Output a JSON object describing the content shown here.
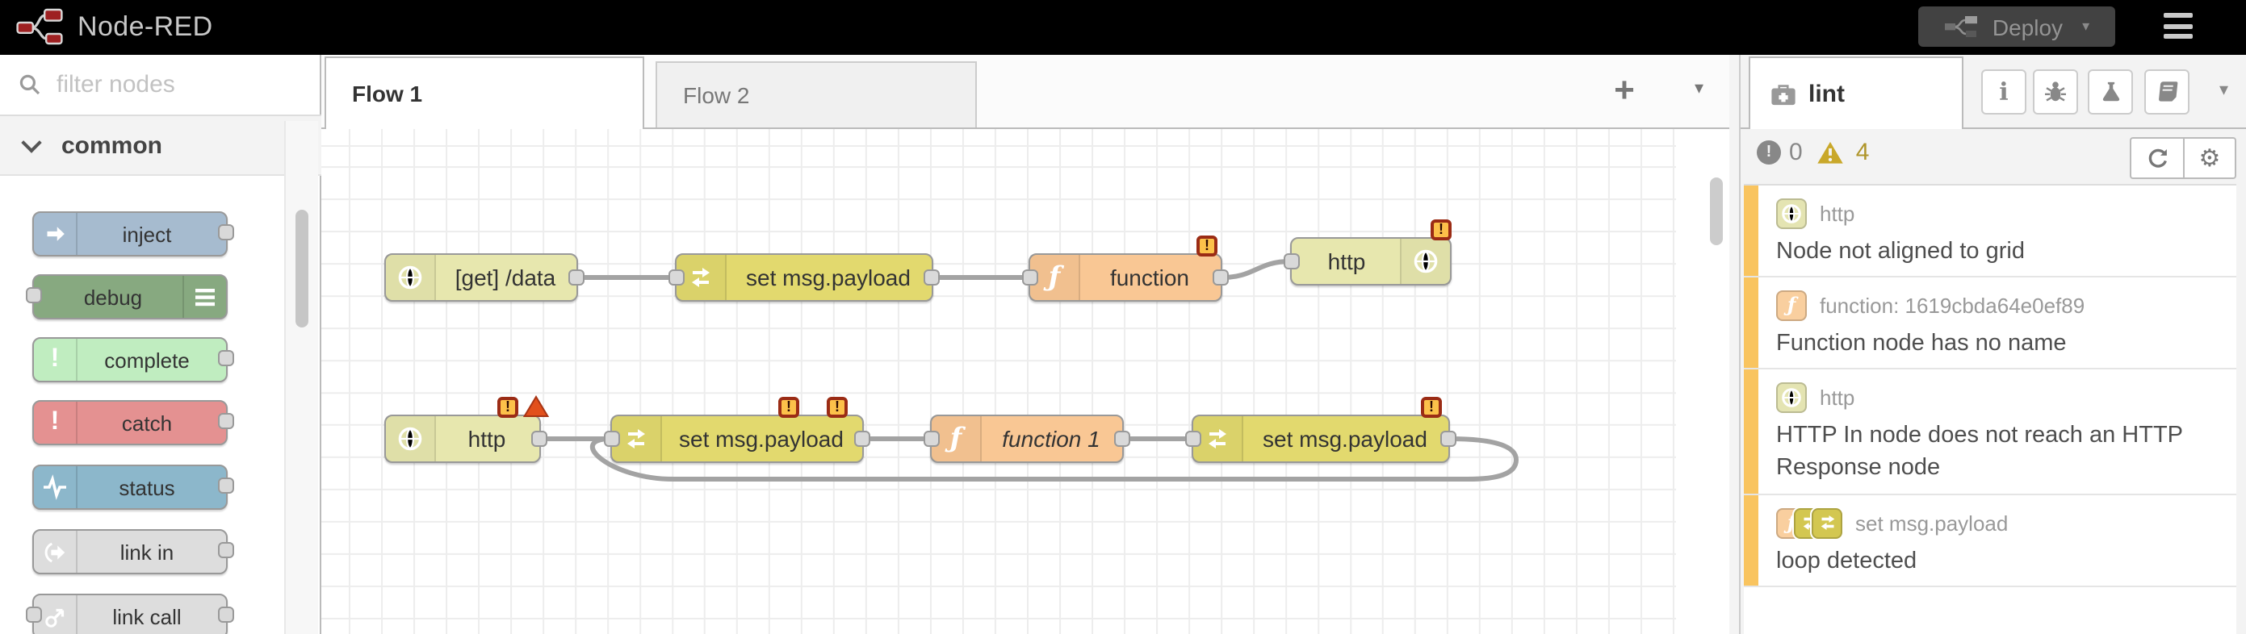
{
  "header": {
    "title": "Node-RED",
    "deploy_label": "Deploy"
  },
  "palette": {
    "search_placeholder": "filter nodes",
    "category": "common",
    "items": [
      {
        "label": "inject",
        "color": "#a6bbcf"
      },
      {
        "label": "debug",
        "color": "#87a980"
      },
      {
        "label": "complete",
        "color": "#c0edc0"
      },
      {
        "label": "catch",
        "color": "#e49191"
      },
      {
        "label": "status",
        "color": "#8cb7cb"
      },
      {
        "label": "link in",
        "color": "#dddddd"
      },
      {
        "label": "link call",
        "color": "#dddddd"
      }
    ]
  },
  "tabs": [
    {
      "label": "Flow 1",
      "active": true
    },
    {
      "label": "Flow 2",
      "active": false
    }
  ],
  "tabbar": {
    "add_tab_label": "+"
  },
  "canvas": {
    "nodes": [
      {
        "label": "[get] /data",
        "type": "http in"
      },
      {
        "label": "set msg.payload",
        "type": "change"
      },
      {
        "label": "function",
        "type": "function"
      },
      {
        "label": "http",
        "type": "http response"
      },
      {
        "label": "http",
        "type": "http in"
      },
      {
        "label": "set msg.payload",
        "type": "change"
      },
      {
        "label": "function 1",
        "type": "function"
      },
      {
        "label": "set msg.payload",
        "type": "change"
      }
    ]
  },
  "sidebar": {
    "tab_label": "lint",
    "error_count": "0",
    "warning_count": "4",
    "items": [
      {
        "type_label": "http",
        "message": "Node not aligned to grid"
      },
      {
        "type_label": "function: 1619cbda64e0ef89",
        "message": "Function node has no name"
      },
      {
        "type_label": "http",
        "message": "HTTP In node does not reach an HTTP Response node"
      },
      {
        "type_label": "set msg.payload",
        "message": "loop detected"
      }
    ]
  },
  "colors": {
    "header_bg": "#000000",
    "node_http": "#e7e7ae",
    "node_change": "#e2d96e",
    "node_function": "#f9c794",
    "warning_stripe": "#f9c45f",
    "warning_badge": "#fcc14a",
    "badge_border": "#9b2c15",
    "error_triangle": "#e2501c",
    "warn_gold": "#c9a82a",
    "wire": "#a3a3a3"
  }
}
